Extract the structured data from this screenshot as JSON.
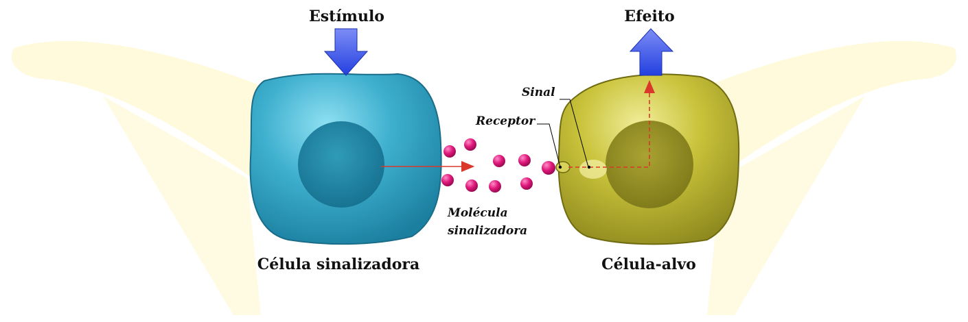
{
  "labels": {
    "stimulus": "Estímulo",
    "effect": "Efeito",
    "signal": "Sinal",
    "receptor": "Receptor",
    "molecule_line1": "Molécula",
    "molecule_line2": "sinalizadora",
    "signaling_cell": "Célula sinalizadora",
    "target_cell": "Célula-alvo"
  },
  "colors": {
    "background_watermark": "#fffadc",
    "signaling_cell": "#3fb0cf",
    "target_cell": "#c9c23a",
    "arrows": "#3457e6",
    "molecules": "#e0197d",
    "signal_path": "#d9382a"
  }
}
